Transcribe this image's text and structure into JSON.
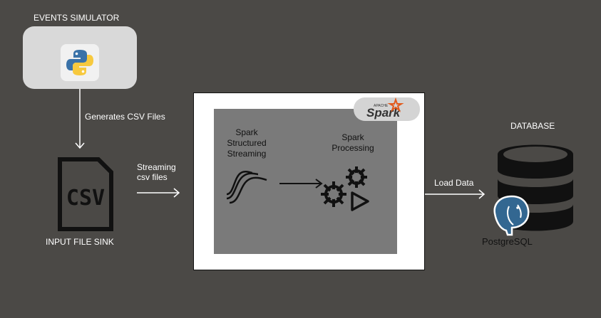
{
  "simulator": {
    "label": "EVENTS SIMULATOR",
    "icon": "python-logo-icon"
  },
  "edge_generate": {
    "label": "Generates CSV Files"
  },
  "sink": {
    "label": "INPUT FILE SINK",
    "icon": "csv-file-icon",
    "glyph_text": "CSV"
  },
  "edge_stream": {
    "line1": "Streaming",
    "line2": "csv files"
  },
  "spark": {
    "badge_small": "APACHE",
    "badge_text": "Spark",
    "structured": {
      "line1": "Spark",
      "line2": "Structured",
      "line3": "Streaming",
      "icon": "structured-streaming-icon"
    },
    "processing": {
      "line1": "Spark",
      "line2": "Processing",
      "icon": "gears-play-icon"
    }
  },
  "edge_load": {
    "label": "Load Data"
  },
  "database": {
    "label": "DATABASE",
    "icon": "database-icon",
    "pg_text": "PostgreSQL"
  },
  "colors": {
    "background": "#4b4946",
    "python_blue": "#3a72a8",
    "python_yellow": "#f7c93e",
    "spark_orange": "#e25a1c",
    "postgres_blue": "#336791"
  }
}
